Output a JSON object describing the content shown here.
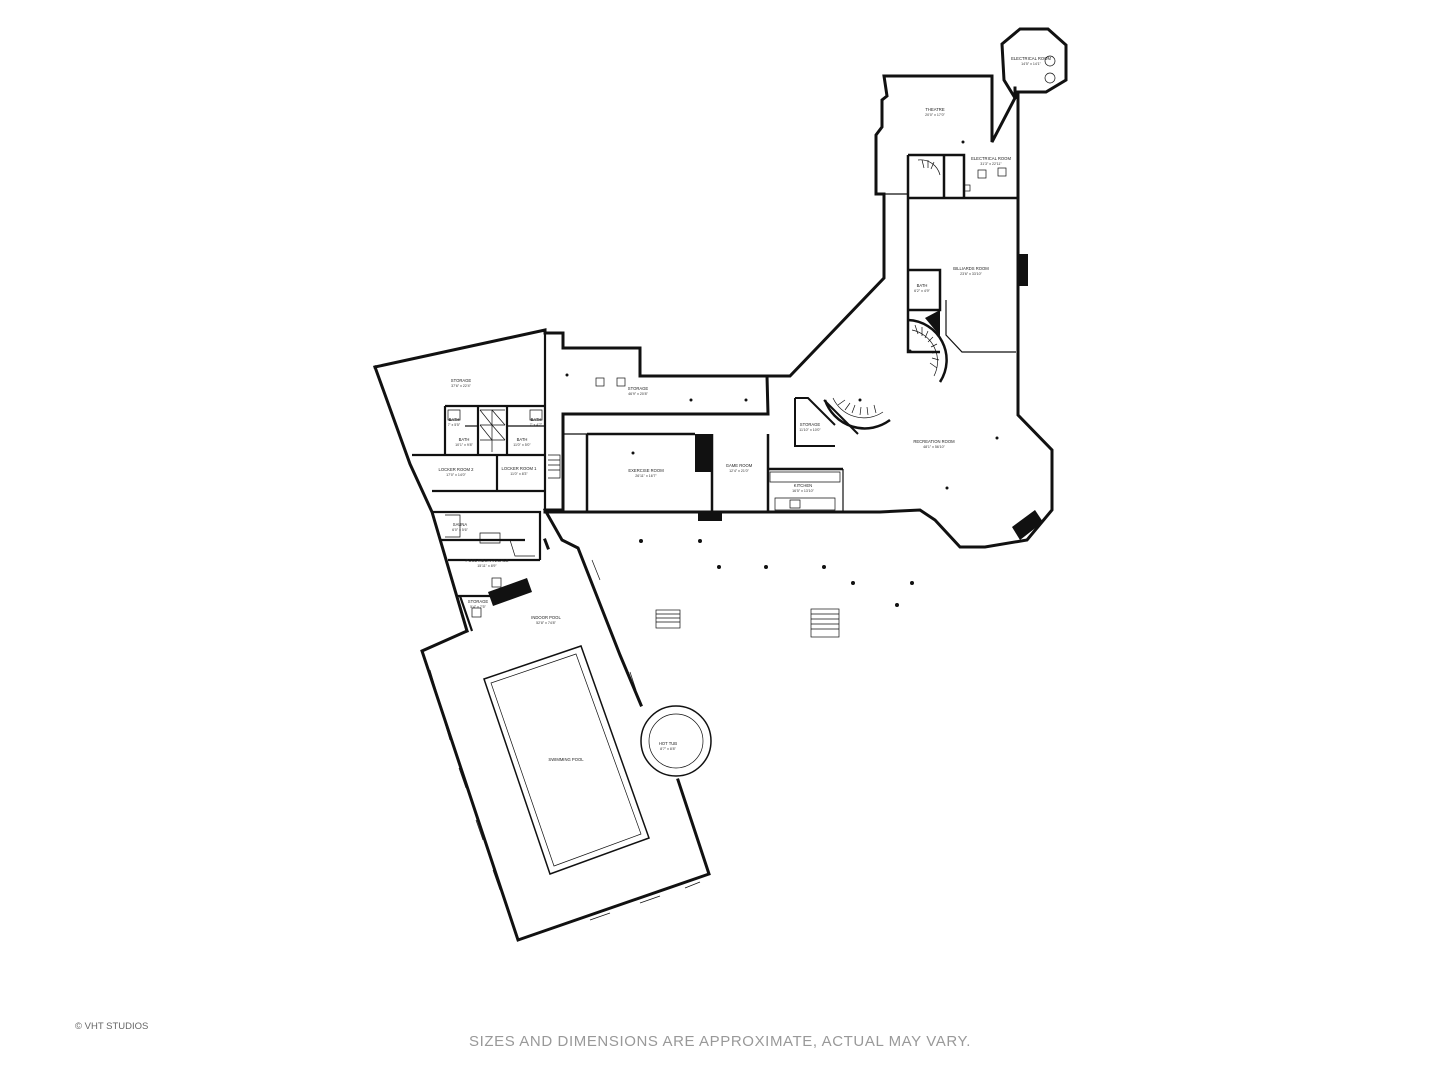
{
  "credit": "© VHT STUDIOS",
  "disclaimer": "SIZES AND DIMENSIONS ARE APPROXIMATE, ACTUAL MAY VARY.",
  "rooms": {
    "electrical_room_1": {
      "name": "ELECTRICAL ROOM",
      "dims": "14'5\" x 14'1\""
    },
    "theatre": {
      "name": "THEATRE",
      "dims": "20'0\" x 17'0\""
    },
    "electrical_room_2": {
      "name": "ELECTRICAL ROOM",
      "dims": "31'3\" x 22'11\""
    },
    "billiards_room": {
      "name": "BILLIARDS ROOM",
      "dims": "23'6\" x 33'10\""
    },
    "bath_billiards": {
      "name": "BATH",
      "dims": "6'2\" x 4'9\""
    },
    "storage_under_stairs": {
      "name": "STORAGE",
      "dims": "11'10\" x 10'0\""
    },
    "recreation_room": {
      "name": "RECREATION ROOM",
      "dims": "48'1\" x 56'10\""
    },
    "storage_large": {
      "name": "STORAGE",
      "dims": "37'6\" x 22'4\""
    },
    "storage_corridor": {
      "name": "STORAGE",
      "dims": "46'9\" x 20'8\""
    },
    "bath_a": {
      "name": "BATH",
      "dims": "7' x 5'5\""
    },
    "bath_b": {
      "name": "BATH",
      "dims": "10'1\" x 9'8\""
    },
    "bath_c": {
      "name": "BATH",
      "dims": "11'0\" x 5'0\""
    },
    "bath_d": {
      "name": "BATH",
      "dims": "7' x 4'7\""
    },
    "locker_room_2": {
      "name": "LOCKER ROOM 2",
      "dims": "17'0\" x 14'0\""
    },
    "locker_room_1": {
      "name": "LOCKER ROOM 1",
      "dims": "11'0\" x 8'3\""
    },
    "exercise_room": {
      "name": "EXERCISE ROOM",
      "dims": "26'11\" x 16'7\""
    },
    "game_room": {
      "name": "GAME ROOM",
      "dims": "12'4\" x 21'0\""
    },
    "kitchen": {
      "name": "KITCHEN",
      "dims": "16'5\" x 13'10\""
    },
    "sauna": {
      "name": "SAUNA",
      "dims": "6'0\" x 5'6\""
    },
    "pool_mechanicals": {
      "name": "POOL MECHANICALS",
      "dims": "15'11\" x 8'9\""
    },
    "storage_small": {
      "name": "STORAGE",
      "dims": "5'4\" x 7'5\""
    },
    "indoor_pool": {
      "name": "INDOOR POOL",
      "dims": "52'8\" x 74'8\""
    },
    "hot_tub": {
      "name": "HOT TUB",
      "dims": "8'7\" x 8'8\""
    },
    "swimming_pool": {
      "name": "SWIMMING POOL"
    }
  }
}
